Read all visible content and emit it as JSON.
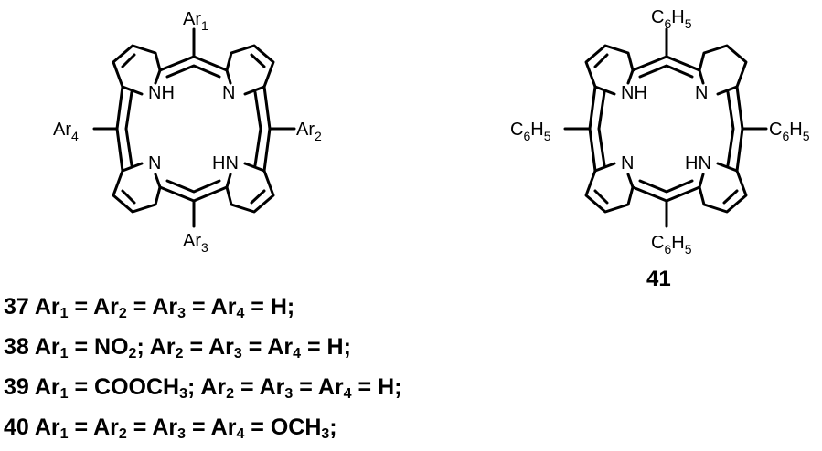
{
  "structure_a": {
    "substituents": {
      "top": {
        "base": "Ar",
        "sub": "1"
      },
      "right": {
        "base": "Ar",
        "sub": "2"
      },
      "bottom": {
        "base": "Ar",
        "sub": "3"
      },
      "left": {
        "base": "Ar",
        "sub": "4"
      }
    },
    "atoms": {
      "nh_top": "NH",
      "n_top": "N",
      "n_bottom": "N",
      "hn_bottom": "HN"
    }
  },
  "structure_b": {
    "label": "41",
    "substituents": {
      "top": {
        "base": "C",
        "sub1": "6",
        "mid": "H",
        "sub2": "5"
      },
      "right": {
        "base": "C",
        "sub1": "6",
        "mid": "H",
        "sub2": "5"
      },
      "bottom": {
        "base": "C",
        "sub1": "6",
        "mid": "H",
        "sub2": "5"
      },
      "left": {
        "base": "C",
        "sub1": "6",
        "mid": "H",
        "sub2": "5"
      }
    },
    "atoms": {
      "nh_top": "NH",
      "n_top": "N",
      "n_bottom": "N",
      "hn_bottom": "HN"
    }
  },
  "legend": [
    {
      "num": "37",
      "parts": [
        "Ar",
        "1",
        " = Ar",
        "2",
        " = Ar",
        "3",
        " = Ar",
        "4",
        " = H;"
      ]
    },
    {
      "num": "38",
      "parts": [
        "Ar",
        "1",
        " = NO",
        "2",
        "; Ar",
        "2",
        " = Ar",
        "3",
        " = Ar",
        "4",
        " = H;"
      ]
    },
    {
      "num": "39",
      "parts": [
        "Ar",
        "1",
        " = COOCH",
        "3",
        "; Ar",
        "2",
        " = Ar",
        "3",
        " = Ar",
        "4",
        " = H;"
      ]
    },
    {
      "num": "40",
      "parts": [
        "Ar",
        "1",
        " = Ar",
        "2",
        " = Ar",
        "3",
        " = Ar",
        "4",
        " = OCH",
        "3",
        ";"
      ]
    }
  ]
}
